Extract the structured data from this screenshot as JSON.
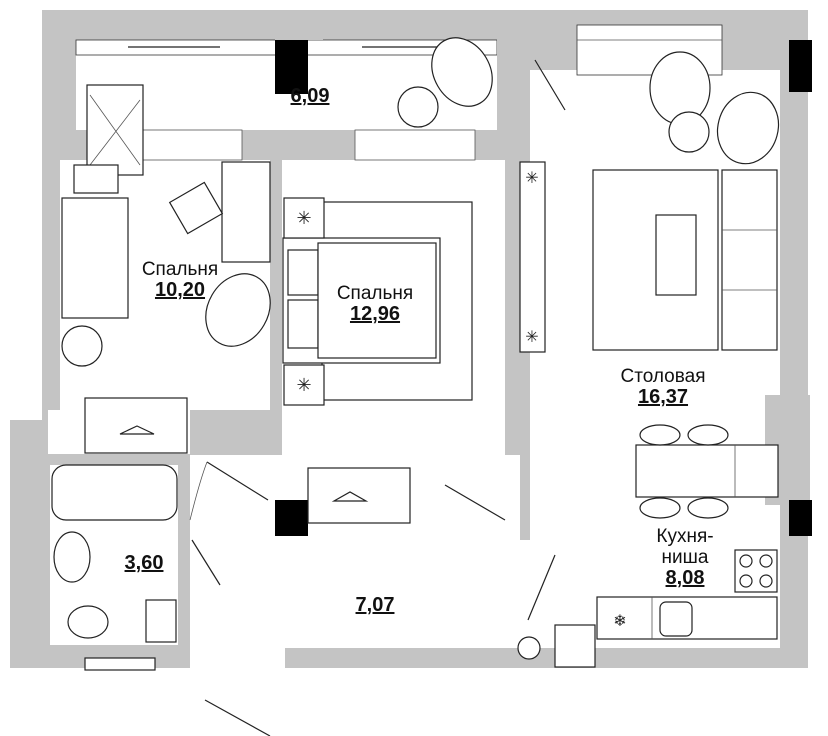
{
  "plan": {
    "rooms": [
      {
        "id": "balcony",
        "name": "",
        "area": "6,09"
      },
      {
        "id": "bedroom-1",
        "name": "Спальня",
        "area": "10,20"
      },
      {
        "id": "bedroom-2",
        "name": "Спальня",
        "area": "12,96"
      },
      {
        "id": "dining",
        "name": "Столовая",
        "area": "16,37"
      },
      {
        "id": "kitchen",
        "name": "Кухня-\nниша",
        "name_line1": "Кухня-",
        "name_line2": "ниша",
        "area": "8,08"
      },
      {
        "id": "bathroom",
        "name": "",
        "area": "3,60"
      },
      {
        "id": "hallway",
        "name": "",
        "area": "7,07"
      }
    ],
    "colors": {
      "wall": "#c4c4c4",
      "column": "#000000",
      "line": "#222222"
    }
  }
}
